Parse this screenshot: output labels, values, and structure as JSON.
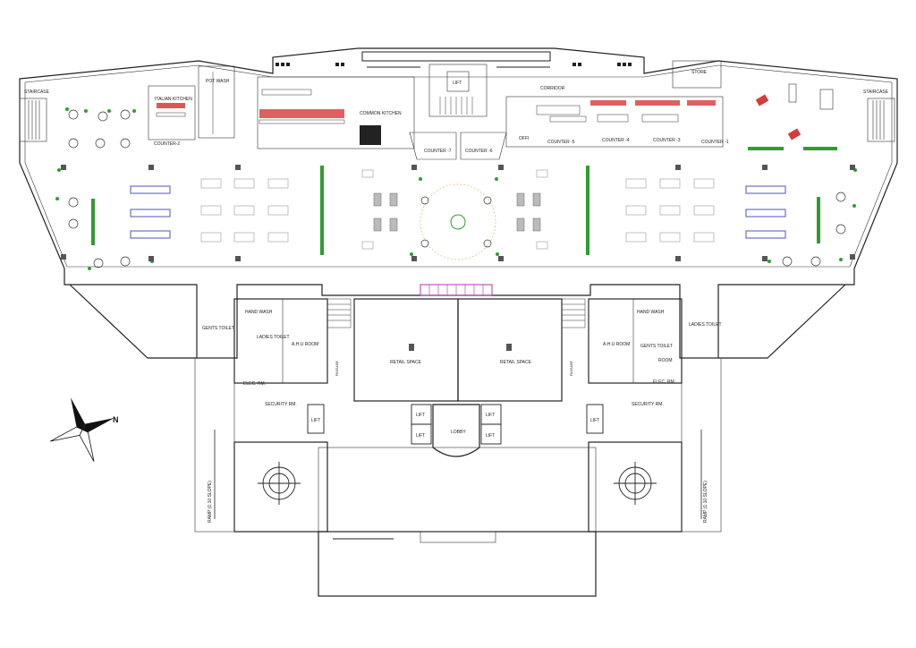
{
  "labels": {
    "staircase_left": "STAIRCASE",
    "staircase_right": "STAIRCASE",
    "italian_kitchen": "ITALIAN KITCHEN",
    "pot_wash": "POT WASH",
    "common_kitchen": "COMMON KITCHEN",
    "lift_top": "LIFT",
    "corridor": "CORRIDOR",
    "store": "STORE",
    "counter_2": "COUNTER-2",
    "counter_7": "COUNTER -7",
    "counter_6": "COUNTER -6",
    "office": "OFFI",
    "counter_5": "COUNTER -5",
    "counter_4": "COUNTER -4",
    "counter_3": "COUNTER -3",
    "counter_1": "COUNTER -1",
    "hand_wash_left": "HAND WASH",
    "hand_wash_right": "HAND WASH",
    "gents_toilet_left": "GENTS TOILET",
    "ladies_toilet_left": "LADIES TOILET",
    "gents_toilet_right": "GENTS TOILET",
    "ladies_toilet_right": "LADIES TOILET",
    "ahu_left": "A.H.U ROOM",
    "ahu_right": "A.H.U ROOM",
    "retail_left": "RETAIL SPACE",
    "retail_right": "RETAIL SPACE",
    "passage_left": "PASSAGE",
    "passage_right": "PASSAGE",
    "elec_left": "ELEC. RM.",
    "elec_right": "ELEC. RM.",
    "room_right": "ROOM",
    "security_left": "SECURITY RM.",
    "security_right": "SECURITY RM.",
    "lift_1": "LIFT",
    "lift_2": "LIFT",
    "lift_3": "LIFT",
    "lift_4": "LIFT",
    "lift_5": "LIFT",
    "lift_6": "LIFT",
    "lobby": "LOBBY",
    "ramp_left": "RAMP (1:10 SLOPE)",
    "ramp_right": "RAMP (1:10 SLOPE)",
    "north": "N"
  },
  "colors": {
    "line": "#222222",
    "seat": "#e8b27a",
    "plant": "#2f9e2f",
    "kitchen_red": "#d63a3a",
    "table_blue": "#6f6fc8",
    "accent_purple": "#b030b0",
    "column": "#555555"
  }
}
